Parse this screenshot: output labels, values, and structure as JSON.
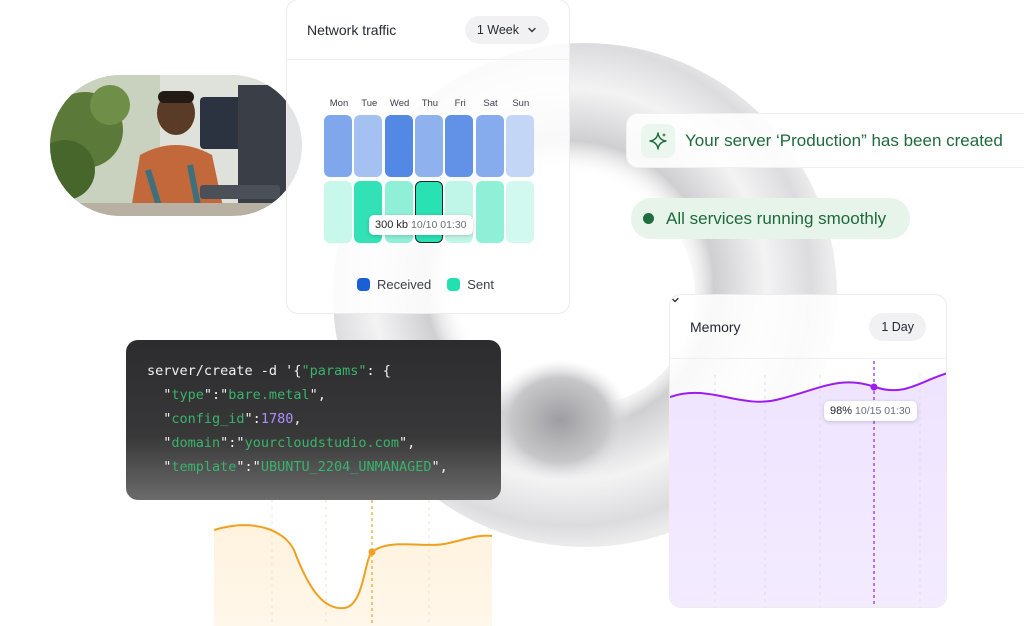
{
  "network": {
    "title": "Network traffic",
    "range": "1 Week",
    "days": [
      "Mon",
      "Tue",
      "Wed",
      "Thu",
      "Fri",
      "Sat",
      "Sun"
    ],
    "received_level": [
      0.6,
      0.35,
      0.9,
      0.5,
      0.8,
      0.55,
      0.15
    ],
    "sent_level": [
      0.15,
      0.95,
      0.45,
      1.0,
      0.2,
      0.45,
      0.1
    ],
    "tooltip": {
      "value": "300 kb",
      "time": "10/10 01:30"
    },
    "legend": {
      "received": "Received",
      "sent": "Sent"
    },
    "colors": {
      "received": "#2f6fe0",
      "sent": "#22e0b0"
    }
  },
  "notifications": {
    "created": "Your server ‘Production” has been created",
    "status": "All services running smoothly"
  },
  "code": {
    "lines": [
      [
        {
          "t": "server/create -d '{",
          "c": ""
        },
        {
          "t": "\"params\"",
          "c": "k"
        },
        {
          "t": ": {",
          "c": ""
        }
      ],
      [
        {
          "t": "  \"",
          "c": ""
        },
        {
          "t": "type",
          "c": "k"
        },
        {
          "t": "\":\"",
          "c": ""
        },
        {
          "t": "bare.metal",
          "c": "k"
        },
        {
          "t": "\",",
          "c": ""
        }
      ],
      [
        {
          "t": "  \"",
          "c": ""
        },
        {
          "t": "config_id",
          "c": "k"
        },
        {
          "t": "\":",
          "c": ""
        },
        {
          "t": "1780",
          "c": "n"
        },
        {
          "t": ",",
          "c": ""
        }
      ],
      [
        {
          "t": "  \"",
          "c": ""
        },
        {
          "t": "domain",
          "c": "k"
        },
        {
          "t": "\":\"",
          "c": ""
        },
        {
          "t": "yourcloudstudio.com",
          "c": "k"
        },
        {
          "t": "\",",
          "c": ""
        }
      ],
      [
        {
          "t": "  \"",
          "c": ""
        },
        {
          "t": "template",
          "c": "k"
        },
        {
          "t": "\":\"",
          "c": ""
        },
        {
          "t": "UBUNTU_2204_UNMANAGED",
          "c": "k"
        },
        {
          "t": "\",",
          "c": ""
        }
      ]
    ]
  },
  "memory": {
    "title": "Memory",
    "range": "1 Day",
    "tooltip": {
      "value": "98%",
      "time": "10/15 01:30"
    },
    "color": "#9b1df0"
  },
  "orange_chart": {
    "color": "#f0a020"
  }
}
